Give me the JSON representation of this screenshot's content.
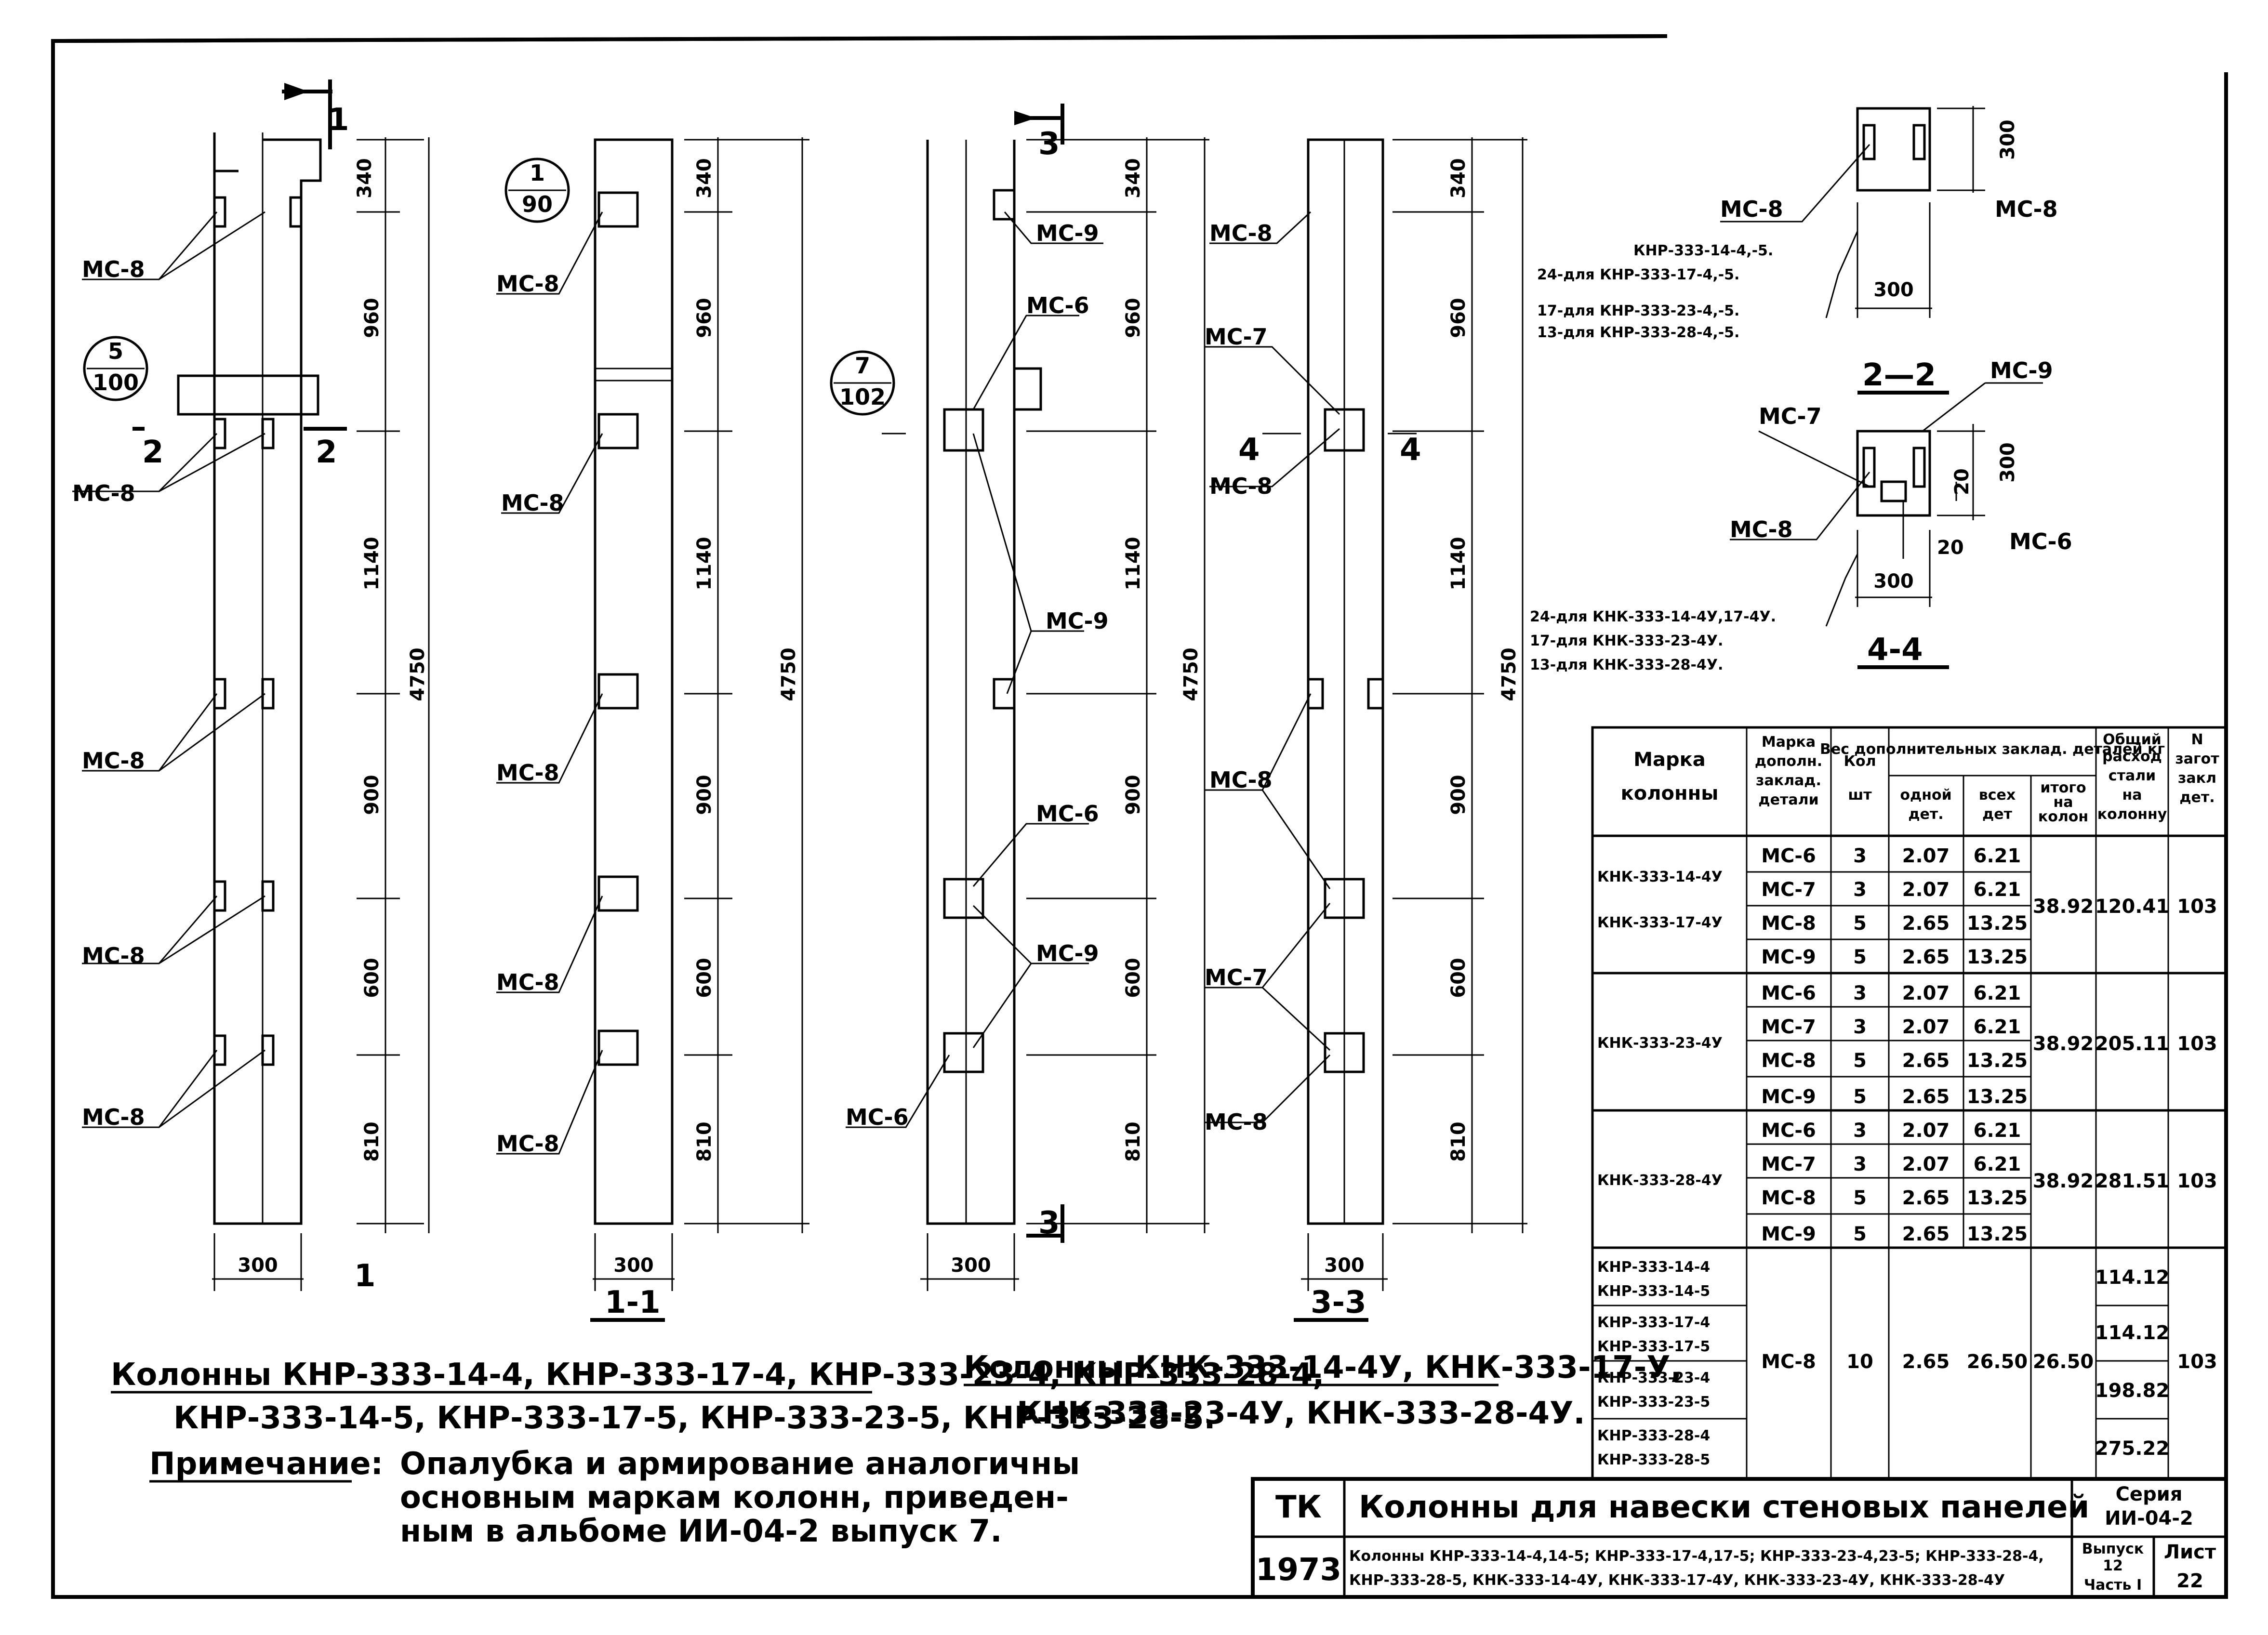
{
  "labels": {
    "ms6": "МС-6",
    "ms7": "МС-7",
    "ms8": "МС-8",
    "ms9": "МС-9",
    "ms8_b": "МС 8"
  },
  "callouts": [
    {
      "num": "5",
      "den": "100"
    },
    {
      "num": "1",
      "den": "90"
    },
    {
      "num": "7",
      "den": "102"
    }
  ],
  "cuts": {
    "c1": "1",
    "c2": "2",
    "c3": "3",
    "c4": "4",
    "sec11": "1-1",
    "sec33": "3-3",
    "sec22": "2—2",
    "sec44": "4-4"
  },
  "dims": {
    "top": "340",
    "top_alt": "340",
    "d960": "960",
    "d1140": "1140",
    "d900": "900",
    "d600": "600",
    "d810": "810",
    "total": "4750",
    "width": "300",
    "d20": "20",
    "d300": "300"
  },
  "notes_22": {
    "l1": "КНР-333-14-4,-5.",
    "l2": "24-для КНР-333-17-4,-5.",
    "l3": "17-для КНР-333-23-4,-5.",
    "l4": "13-для КНР-333-28-4,-5."
  },
  "notes_44": {
    "l1": "24-для КНК-333-14-4У,17-4У.",
    "l2": "17-для КНК-333-23-4У.",
    "l3": "13-для КНК-333-28-4У."
  },
  "captions": {
    "left_l1": "Колонны КНР-333-14-4, КНР-333-17-4, КНР-333-23-4, КНР-333-28-4,",
    "left_l2": "КНР-333-14-5, КНР-333-17-5, КНР-333-23-5, КНР-333-28-5.",
    "right_l1": "Колонны КНК-333-14-4У, КНК-333-17-У,",
    "right_l2": "КНК-333-23-4У, КНК-333-28-4У."
  },
  "note": {
    "title": "Примечание:",
    "l1": "Опалубка и армирование аналогичны",
    "l2": "основным маркам колонн, приведен-",
    "l3": "ным в альбоме ИИ-04-2 выпуск 7."
  },
  "table": {
    "h_mark": [
      "Марка",
      "колонны"
    ],
    "h_part": [
      "Марка",
      "дополн.",
      "заклад.",
      "детали"
    ],
    "h_qty": [
      "Кол",
      "шт"
    ],
    "h_weight": "Вес дополнительных заклад. деталей кг",
    "h_one": [
      "одной",
      "дет."
    ],
    "h_all": [
      "всех",
      "дет"
    ],
    "h_total": [
      "итого",
      "на",
      "колон"
    ],
    "h_steel": [
      "Общий",
      "расход",
      "стали",
      "на",
      "колонну"
    ],
    "h_draw": [
      "N",
      "загот",
      "закл",
      "дет."
    ],
    "groups": [
      {
        "marks": [
          "КНК-333-14-4У",
          "КНК-333-17-4У"
        ],
        "rows": [
          {
            "part": "МС-6",
            "qty": "3",
            "one": "2.07",
            "all": "6.21"
          },
          {
            "part": "МС-7",
            "qty": "3",
            "one": "2.07",
            "all": "6.21"
          },
          {
            "part": "МС-8",
            "qty": "5",
            "one": "2.65",
            "all": "13.25"
          },
          {
            "part": "МС-9",
            "qty": "5",
            "one": "2.65",
            "all": "13.25"
          }
        ],
        "total": "38.92",
        "steel": [
          "120.41"
        ],
        "draw": "103"
      },
      {
        "marks": [
          "КНК-333-23-4У"
        ],
        "rows": [
          {
            "part": "МС-6",
            "qty": "3",
            "one": "2.07",
            "all": "6.21"
          },
          {
            "part": "МС-7",
            "qty": "3",
            "one": "2.07",
            "all": "6.21"
          },
          {
            "part": "МС-8",
            "qty": "5",
            "one": "2.65",
            "all": "13.25"
          },
          {
            "part": "МС-9",
            "qty": "5",
            "one": "2.65",
            "all": "13.25"
          }
        ],
        "total": "38.92",
        "steel": [
          "205.11"
        ],
        "draw": "103"
      },
      {
        "marks": [
          "КНК-333-28-4У"
        ],
        "rows": [
          {
            "part": "МС-6",
            "qty": "3",
            "one": "2.07",
            "all": "6.21"
          },
          {
            "part": "МС-7",
            "qty": "3",
            "one": "2.07",
            "all": "6.21"
          },
          {
            "part": "МС-8",
            "qty": "5",
            "one": "2.65",
            "all": "13.25"
          },
          {
            "part": "МС-9",
            "qty": "5",
            "one": "2.65",
            "all": "13.25"
          }
        ],
        "total": "38.92",
        "steel": [
          "281.51"
        ],
        "draw": "103"
      },
      {
        "marks": [
          "КНР-333-14-4",
          "КНР-333-14-5",
          "КНР-333-17-4",
          "КНР-333-17-5",
          "КНР-333-23-4",
          "КНР-333-23-5",
          "КНР-333-28-4",
          "КНР-333-28-5"
        ],
        "rows": [
          {
            "part": "МС-8",
            "qty": "10",
            "one": "2.65",
            "all": "26.50"
          }
        ],
        "total": "26.50",
        "steel": [
          "114.12",
          "114.12",
          "198.82",
          "275.22"
        ],
        "draw": "103"
      }
    ]
  },
  "titleblock": {
    "tk": "ТК",
    "title": "Колонны для навески стеновых панелей",
    "series_label": "Серия",
    "series": "ИИ-04-2",
    "year": "1973",
    "desc_l1": "Колонны КНР-333-14-4,14-5; КНР-333-17-4,17-5; КНР-333-23-4,23-5; КНР-333-28-4,",
    "desc_l2": "КНР-333-28-5, КНК-333-14-4У, КНК-333-17-4У, КНК-333-23-4У, КНК-333-28-4У",
    "issue_label": "Выпуск",
    "issue": "12",
    "part": "Часть I",
    "sheet_label": "Лист",
    "sheet": "22"
  }
}
